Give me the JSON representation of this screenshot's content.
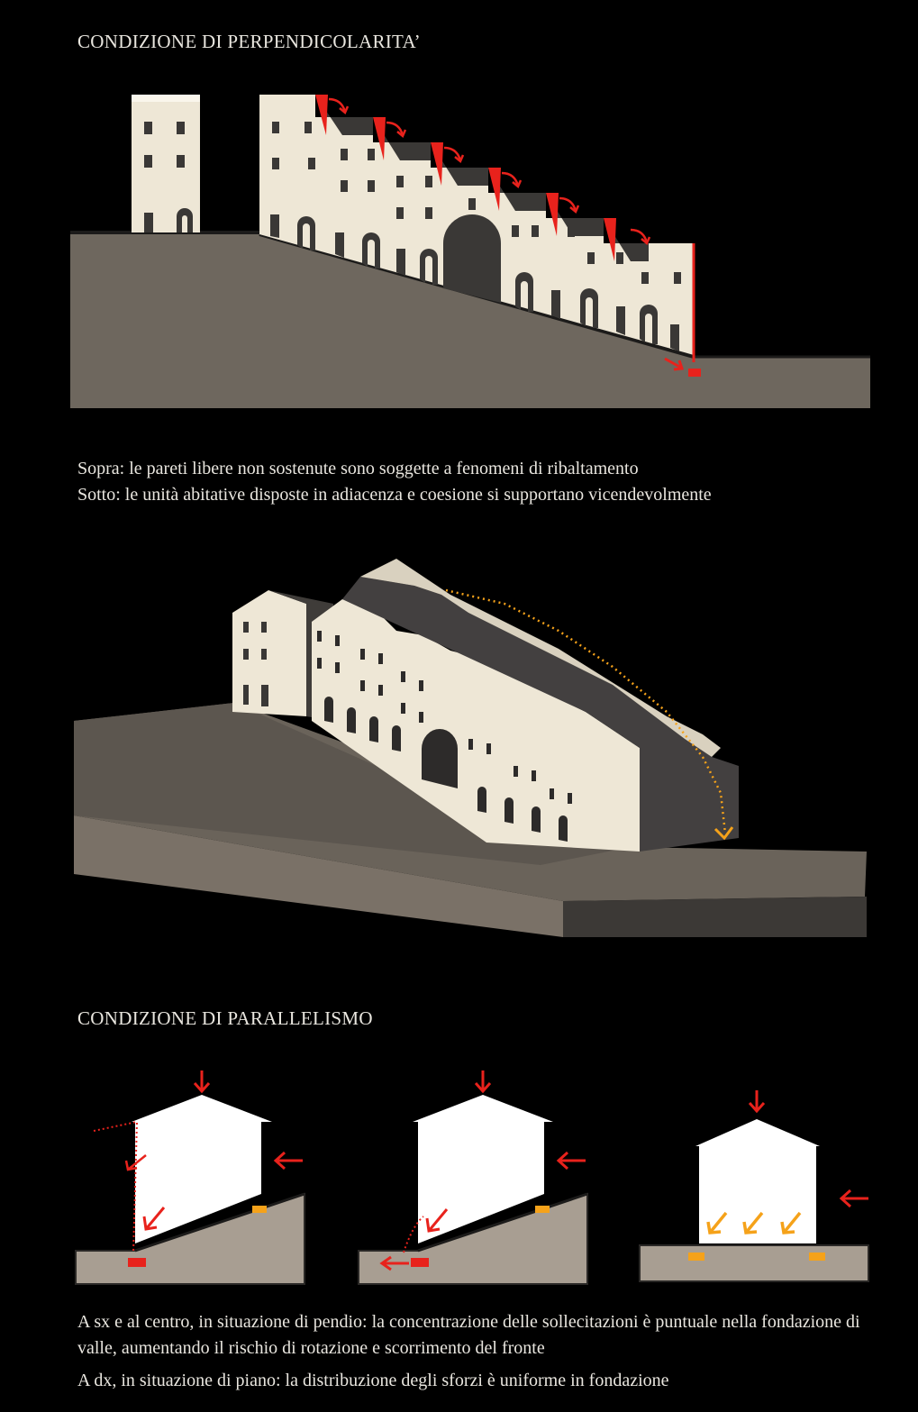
{
  "perpendicular": {
    "heading": "CONDIZIONE DI PERPENDICOLARITA’",
    "caption_line1": "Sopra: le pareti libere non sostenute sono soggette a fenomeni di ribaltamento",
    "caption_line2": "Sotto: le unità abitative disposte in adiacenza e coesione si supportano vicendevolmente"
  },
  "parallel": {
    "heading": "CONDIZIONE DI PARALLELISMO",
    "caption_line1": "A sx e al centro, in situazione di pendio: la concentrazione delle sollecitazioni è puntuale nella fondazione di valle, aumentando il rischio di rotazione e scorrimento del fronte",
    "caption_line2": "A dx, in situazione di piano: la distribuzione degli sforzi è uniforme in fondazione"
  },
  "colors": {
    "background": "#000000",
    "ground": "#6e675e",
    "ground_light": "#a89e92",
    "building": "#eee7d6",
    "shadow": "#3a3836",
    "alert_red": "#e8221c",
    "load_orange": "#f5a21a"
  },
  "icons": [
    "red-force-arrow",
    "orange-load-arrow",
    "red-foundation-mark",
    "orange-foundation-mark",
    "dotted-rotation-trajectory"
  ]
}
